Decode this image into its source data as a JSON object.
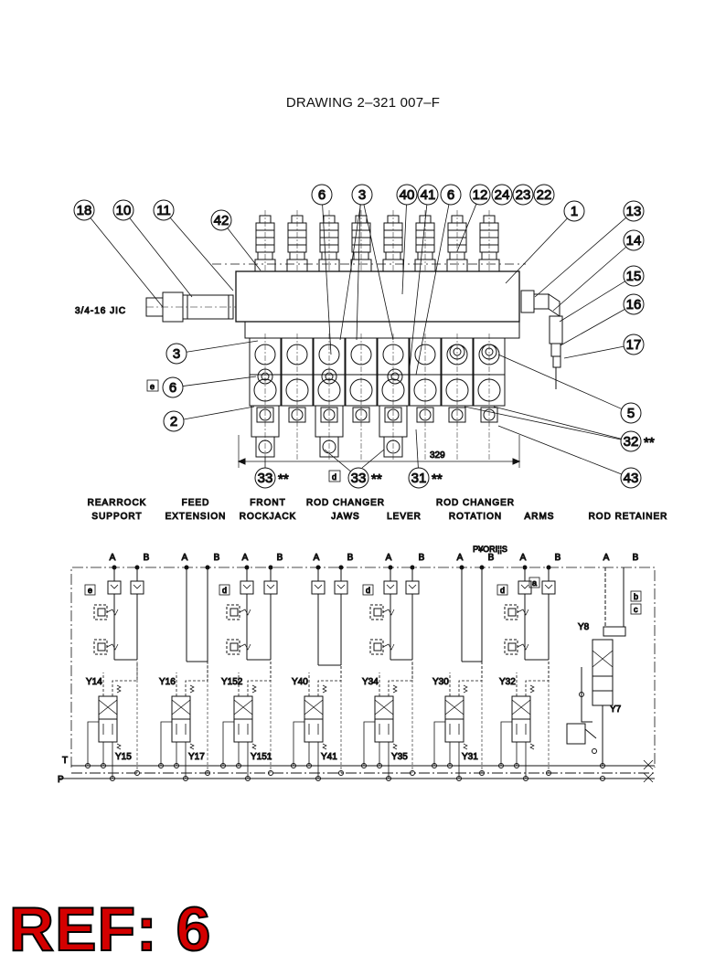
{
  "title": "DRAWING 2–321 007–F",
  "fitting_label": "3/4-16 JIC",
  "dimension": "329",
  "callouts_top": [
    "18",
    "10",
    "11",
    "42",
    "6",
    "3",
    "40",
    "41",
    "6",
    "12",
    "24",
    "23",
    "22",
    "1"
  ],
  "callouts_right": [
    "13",
    "14",
    "15",
    "16",
    "17",
    "5",
    "32",
    "43"
  ],
  "callouts_left": [
    "3",
    "6",
    "2"
  ],
  "callouts_bottom": [
    "33",
    "33",
    "31"
  ],
  "marker": "**",
  "box_letters": {
    "e": "e",
    "d": "d",
    "a": "a",
    "b": "b",
    "c": "c"
  },
  "sections": [
    {
      "line1": "REARROCK",
      "line2": "SUPPORT"
    },
    {
      "line1": "FEED",
      "line2": "EXTENSION"
    },
    {
      "line1": "FRONT",
      "line2": "ROCKJACK"
    },
    {
      "line1": "ROD CHANGER",
      "line2": "JAWS"
    },
    {
      "line1": "",
      "line2": "LEVER"
    },
    {
      "line1": "ROD CHANGER",
      "line2": "ROTATION"
    },
    {
      "line1": "",
      "line2": "ARMS"
    },
    {
      "line1": "",
      "line2": "ROD RETAINER"
    }
  ],
  "schematic_header": "P¥ORI¦¦S",
  "port_a": "A",
  "port_b": "B",
  "rail_t": "T",
  "rail_p": "P",
  "valves_top": [
    "Y14",
    "Y16",
    "Y152",
    "Y40",
    "Y34",
    "Y30",
    "Y32"
  ],
  "valves_bottom": [
    "Y15",
    "Y17",
    "Y151",
    "Y41",
    "Y35",
    "Y31"
  ],
  "retainer_valves": [
    "Y8",
    "Y7"
  ],
  "ref_text": "REF: 6"
}
